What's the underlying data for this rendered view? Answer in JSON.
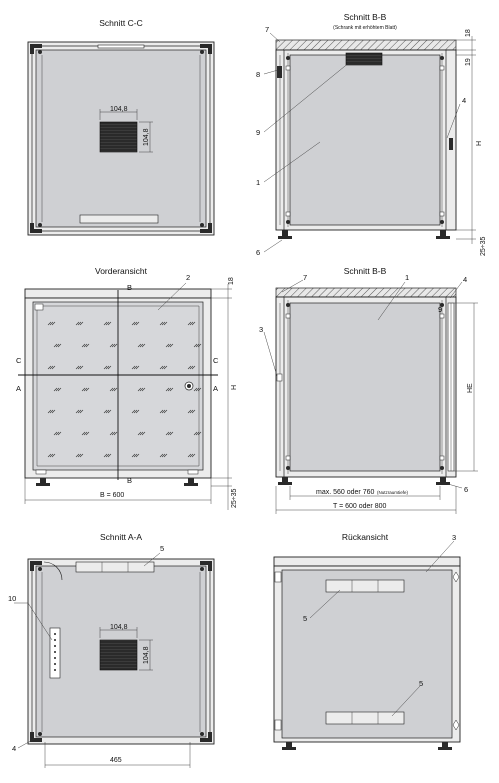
{
  "views": {
    "schnitt_cc": {
      "title": "Schnitt C-C",
      "dim_w": "104,8",
      "dim_h": "104,8"
    },
    "schnitt_bb_top": {
      "title": "Schnitt B-B",
      "subtitle": "(Schrank mit erhöhtem Blatt)",
      "dim_top": "18",
      "dim_19": "19",
      "dim_h": "H",
      "dim_feet": "25÷35",
      "callouts": [
        "7",
        "8",
        "9",
        "1",
        "4",
        "6"
      ]
    },
    "vorderansicht": {
      "title": "Vorderansicht",
      "dim_top": "18",
      "dim_h": "H",
      "dim_feet": "25÷35",
      "dim_b": "B = 600",
      "section_b_top": "B",
      "section_b_bottom": "B",
      "section_c_left": "C",
      "section_c_right": "C",
      "section_a_left": "A",
      "section_a_right": "A",
      "callout": "2"
    },
    "schnitt_bb_bottom": {
      "title": "Schnitt B-B",
      "callouts": [
        "7",
        "1",
        "4",
        "3",
        "9",
        "6"
      ],
      "dim_he": "HE",
      "dim_max_main": "max. 560 oder 760",
      "dim_max_note": "(Nutzraumtiefe)",
      "dim_t": "T = 600 oder 800"
    },
    "schnitt_aa": {
      "title": "Schnitt A-A",
      "callouts": [
        "5",
        "10",
        "4"
      ],
      "dim_w": "104,8",
      "dim_h": "104,8",
      "dim_465": "465"
    },
    "rueckansicht": {
      "title": "Rückansicht",
      "callouts": [
        "3",
        "5",
        "5"
      ]
    }
  }
}
